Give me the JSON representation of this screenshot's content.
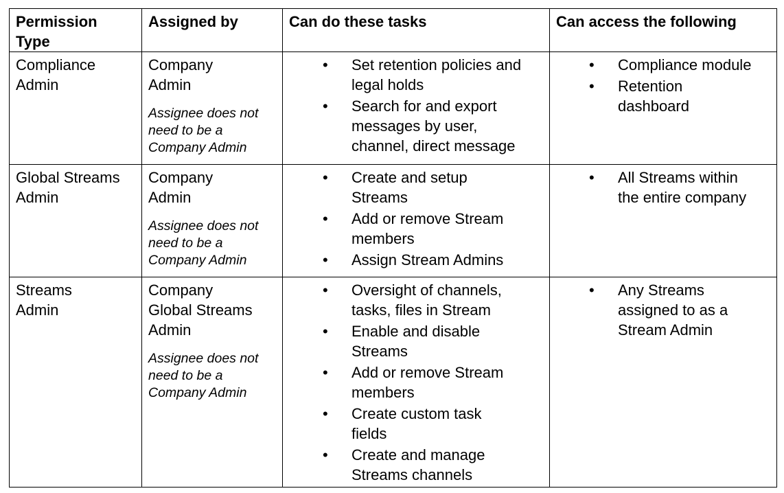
{
  "table": {
    "headers": [
      "Permission\nType",
      "Assigned by",
      "Can do these tasks",
      "Can access the following"
    ],
    "rows": [
      {
        "type": [
          "Compliance",
          "Admin"
        ],
        "assigned_by": [
          "Company",
          "Admin"
        ],
        "note": [
          "Assignee does not",
          "need to be a",
          "Company Admin"
        ],
        "tasks": [
          [
            "Set retention policies and",
            "legal holds"
          ],
          [
            "Search for and export",
            "messages by user,",
            "channel, direct message"
          ]
        ],
        "access": [
          [
            "Compliance module"
          ],
          [
            "Retention",
            "dashboard"
          ]
        ]
      },
      {
        "type": [
          "Global Streams",
          "Admin"
        ],
        "assigned_by": [
          "Company",
          "Admin"
        ],
        "note": [
          "Assignee does not",
          "need to be a",
          "Company Admin"
        ],
        "tasks": [
          [
            "Create and setup",
            "Streams"
          ],
          [
            "Add or remove Stream",
            "members"
          ],
          [
            "Assign Stream Admins"
          ]
        ],
        "access": [
          [
            "All Streams within",
            "the entire company"
          ]
        ]
      },
      {
        "type": [
          "Streams",
          "Admin"
        ],
        "assigned_by": [
          "Company",
          "Global Streams",
          "Admin"
        ],
        "note": [
          "Assignee does not",
          "need to be a",
          "Company Admin"
        ],
        "tasks": [
          [
            "Oversight of channels,",
            "tasks, files in Stream"
          ],
          [
            "Enable and disable",
            "Streams"
          ],
          [
            "Add or remove Stream",
            "members"
          ],
          [
            "Create custom task",
            "fields"
          ],
          [
            "Create and manage",
            "Streams channels"
          ]
        ],
        "access": [
          [
            "Any Streams",
            "assigned to as a",
            "Stream Admin"
          ]
        ]
      }
    ]
  },
  "bullet_glyph": "•"
}
